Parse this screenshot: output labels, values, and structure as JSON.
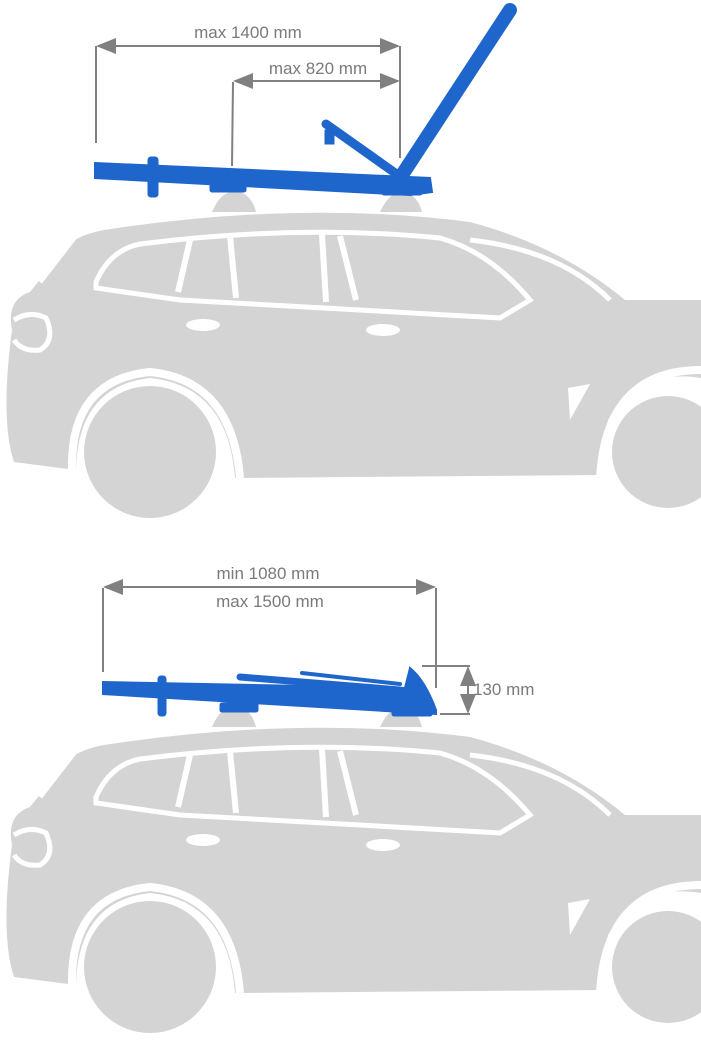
{
  "colors": {
    "rack": "#1f66cc",
    "car": "#d4d4d4",
    "dimension": "#808080"
  },
  "top_view": {
    "dimension_outer": "max 1400 mm",
    "dimension_inner": "max 820 mm"
  },
  "bottom_view": {
    "dimension_min": "min 1080 mm",
    "dimension_max": "max 1500 mm",
    "dimension_height": "130 mm"
  }
}
